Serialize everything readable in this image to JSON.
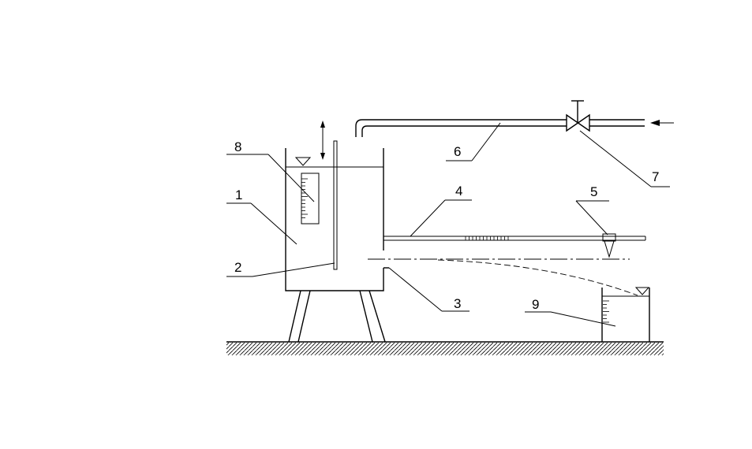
{
  "diagram": {
    "labels": {
      "l1": "1",
      "l2": "2",
      "l3": "3",
      "l4": "4",
      "l5": "5",
      "l6": "6",
      "l7": "7",
      "l8": "8",
      "l9": "9"
    },
    "icons": {
      "flow_arrow": "arrow-left-icon",
      "adjust_arrow": "double-arrow-vertical-icon",
      "water_level": "water-level-triangle-icon",
      "valve": "gate-valve-icon"
    },
    "colors": {
      "line": "#000000",
      "background": "#ffffff"
    }
  }
}
